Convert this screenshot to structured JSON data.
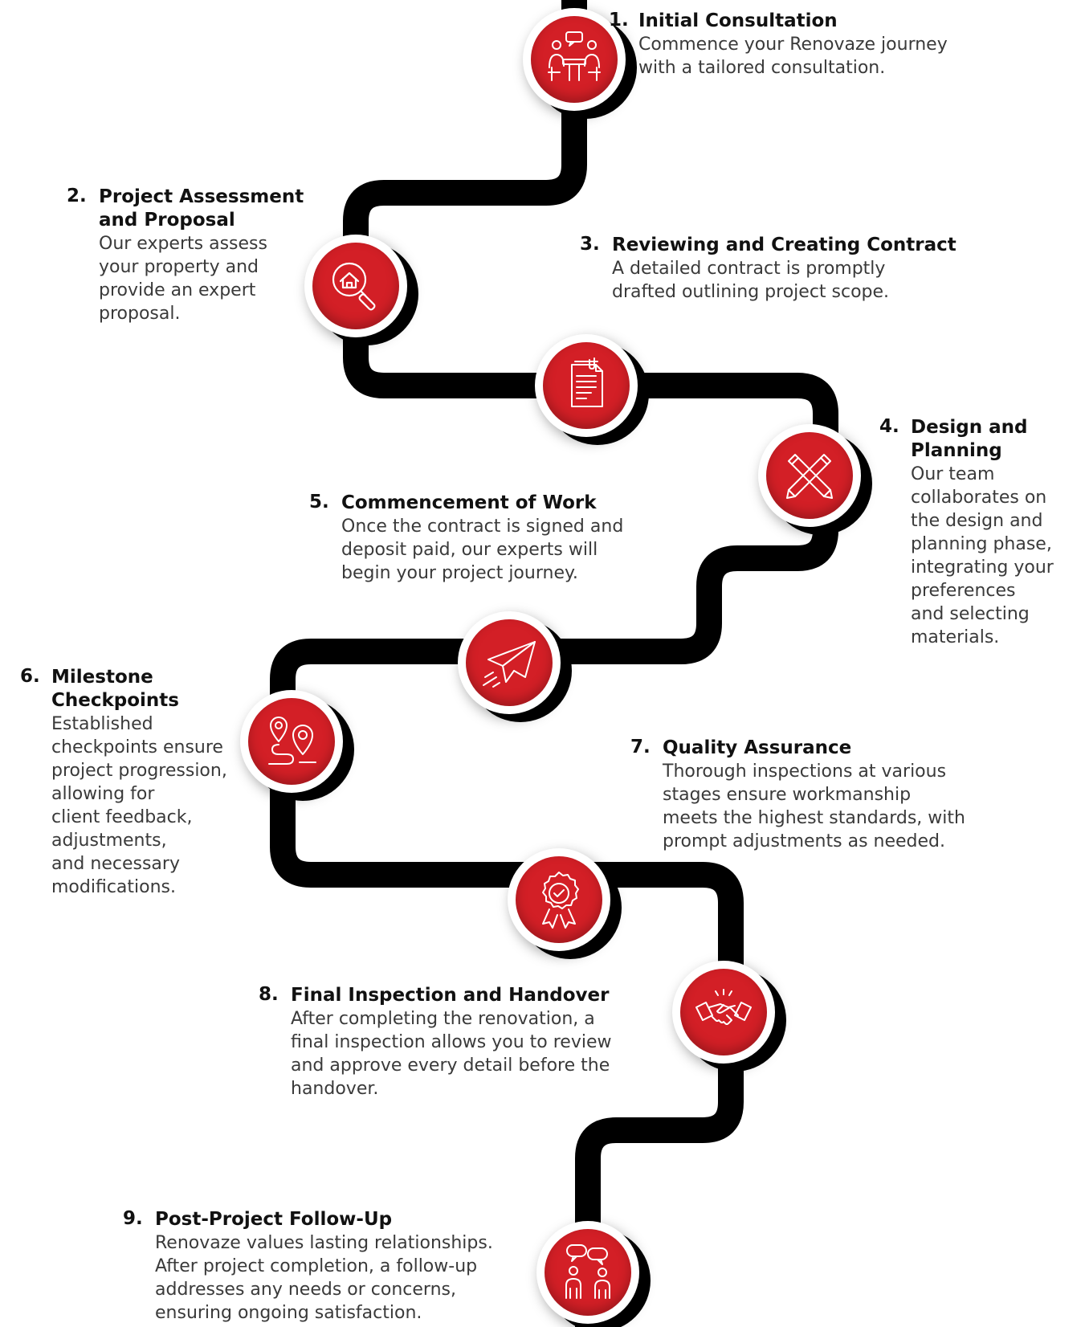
{
  "colors": {
    "road": "#000000",
    "accent": "#d31f26",
    "ring": "#ffffff",
    "text": "#3a3a3a",
    "heading": "#111111"
  },
  "steps": [
    {
      "number": "1.",
      "title": "Initial Consultation",
      "description": [
        "Commence your Renovaze journey",
        "with a tailored consultation."
      ],
      "icon": "consultation-meeting-icon"
    },
    {
      "number": "2.",
      "title": [
        "Project Assessment",
        "and Proposal"
      ],
      "description": [
        "Our experts assess",
        "your property and",
        "provide an expert",
        "proposal."
      ],
      "icon": "house-search-icon"
    },
    {
      "number": "3.",
      "title": "Reviewing and Creating Contract",
      "description": [
        "A detailed contract is promptly",
        "drafted outlining project scope."
      ],
      "icon": "contract-document-icon"
    },
    {
      "number": "4.",
      "title": [
        "Design and",
        "Planning"
      ],
      "description": [
        "Our team",
        "collaborates on",
        "the design and",
        "planning phase,",
        "integrating your",
        "preferences",
        "and selecting",
        "materials."
      ],
      "icon": "pencils-crossed-icon"
    },
    {
      "number": "5.",
      "title": "Commencement of Work",
      "description": [
        "Once the contract is signed and",
        "deposit paid, our experts will",
        "begin your project journey."
      ],
      "icon": "paper-plane-icon"
    },
    {
      "number": "6.",
      "title": [
        "Milestone",
        "Checkpoints"
      ],
      "description": [
        "Established",
        "checkpoints ensure",
        "project progression,",
        "allowing for",
        "client feedback,",
        "adjustments,",
        "and necessary",
        "modifications."
      ],
      "icon": "route-pins-icon"
    },
    {
      "number": "7.",
      "title": "Quality Assurance",
      "description": [
        "Thorough inspections at various",
        "stages ensure workmanship",
        "meets the highest standards, with",
        "prompt adjustments as needed."
      ],
      "icon": "quality-badge-icon"
    },
    {
      "number": "8.",
      "title": "Final Inspection and Handover",
      "description": [
        "After completing the renovation, a",
        "final inspection allows you to review",
        "and approve every detail before the",
        "handover."
      ],
      "icon": "handshake-icon"
    },
    {
      "number": "9.",
      "title": "Post-Project Follow-Up",
      "description": [
        "Renovaze values lasting relationships.",
        "After project completion, a follow-up",
        "addresses any needs or concerns,",
        "ensuring ongoing satisfaction."
      ],
      "icon": "follow-up-conversation-icon"
    }
  ]
}
